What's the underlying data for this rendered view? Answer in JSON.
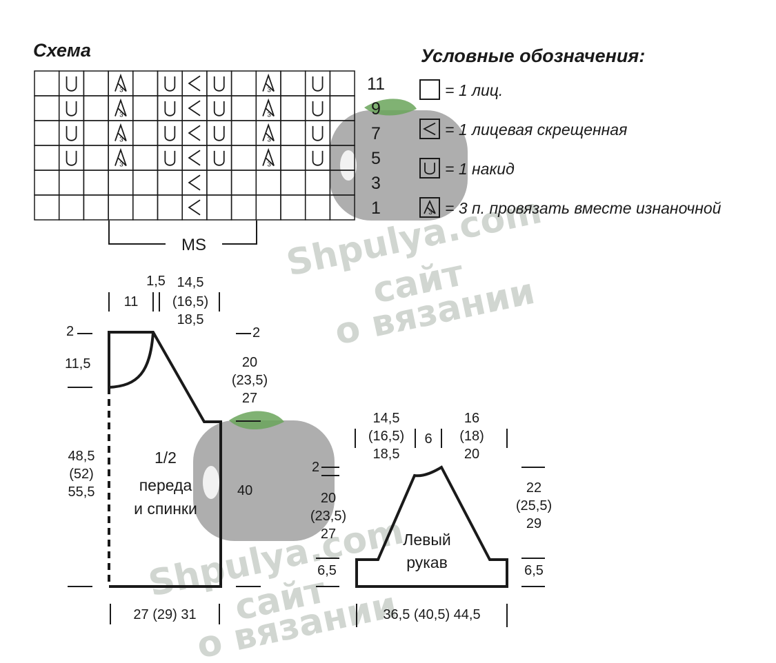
{
  "scheme": {
    "title": "Схема",
    "row_numbers": [
      "11",
      "9",
      "7",
      "5",
      "3",
      "1"
    ],
    "rows": [
      [
        "k",
        "yo",
        "k",
        "p3tog",
        "k",
        "yo",
        "tbl",
        "yo",
        "k",
        "p3tog",
        "k",
        "yo",
        "k"
      ],
      [
        "k",
        "yo",
        "k",
        "p3tog",
        "k",
        "yo",
        "tbl",
        "yo",
        "k",
        "p3tog",
        "k",
        "yo",
        "k"
      ],
      [
        "k",
        "yo",
        "k",
        "p3tog",
        "k",
        "yo",
        "tbl",
        "yo",
        "k",
        "p3tog",
        "k",
        "yo",
        "k"
      ],
      [
        "k",
        "yo",
        "k",
        "p3tog",
        "k",
        "yo",
        "tbl",
        "yo",
        "k",
        "p3tog",
        "k",
        "yo",
        "k"
      ],
      [
        "k",
        "k",
        "k",
        "k",
        "k",
        "k",
        "tbl",
        "k",
        "k",
        "k",
        "k",
        "k",
        "k"
      ],
      [
        "k",
        "k",
        "k",
        "k",
        "k",
        "k",
        "tbl",
        "k",
        "k",
        "k",
        "k",
        "k",
        "k"
      ]
    ],
    "repeat_label": "MS"
  },
  "legend": {
    "title": "Условные обозначения:",
    "items": [
      {
        "symbol": "k",
        "text": "= 1 лиц."
      },
      {
        "symbol": "tbl",
        "text": "= 1 лицевая скрещенная"
      },
      {
        "symbol": "yo",
        "text": "= 1 накид"
      },
      {
        "symbol": "p3tog",
        "text": "= 3 п. провязать вместе изнаночной"
      }
    ]
  },
  "body": {
    "label_l1": "1/2",
    "label_l2": "переда",
    "label_l3": "и спинки",
    "top": {
      "a": "1,5",
      "b": "14,5",
      "c": "11",
      "d": "(16,5)",
      "e": "18,5"
    },
    "left_top": "2",
    "neck_depth": "11,5",
    "length": {
      "a": "48,5",
      "b": "(52)",
      "c": "55,5"
    },
    "right_top": "2",
    "armhole": {
      "a": "20",
      "b": "(23,5)",
      "c": "27"
    },
    "side": "40",
    "bottom": "27 (29) 31"
  },
  "sleeve": {
    "label_l1": "Левый",
    "label_l2": "рукав",
    "top_left": {
      "a": "14,5",
      "b": "(16,5)",
      "c": "18,5"
    },
    "top_mid": "6",
    "top_right": {
      "a": "16",
      "b": "(18)",
      "c": "20"
    },
    "left_top": "2",
    "left_height": {
      "a": "20",
      "b": "(23,5)",
      "c": "27"
    },
    "left_cuff": "6,5",
    "right_height": {
      "a": "22",
      "b": "(25,5)",
      "c": "29"
    },
    "right_cuff": "6,5",
    "bottom": "36,5 (40,5) 44,5"
  },
  "watermark": {
    "upper": {
      "l1": "Shpulya.com",
      "l2": "сайт",
      "l3": "о вязании"
    },
    "lower": {
      "l1": "Shpulya.com",
      "l2": "сайт",
      "l3": "о вязании"
    }
  },
  "colors": {
    "ink": "#1a1a1a",
    "watermark": "#c9d0c9",
    "spool": "#8c8c8c",
    "leaf": "#6aa55a"
  }
}
